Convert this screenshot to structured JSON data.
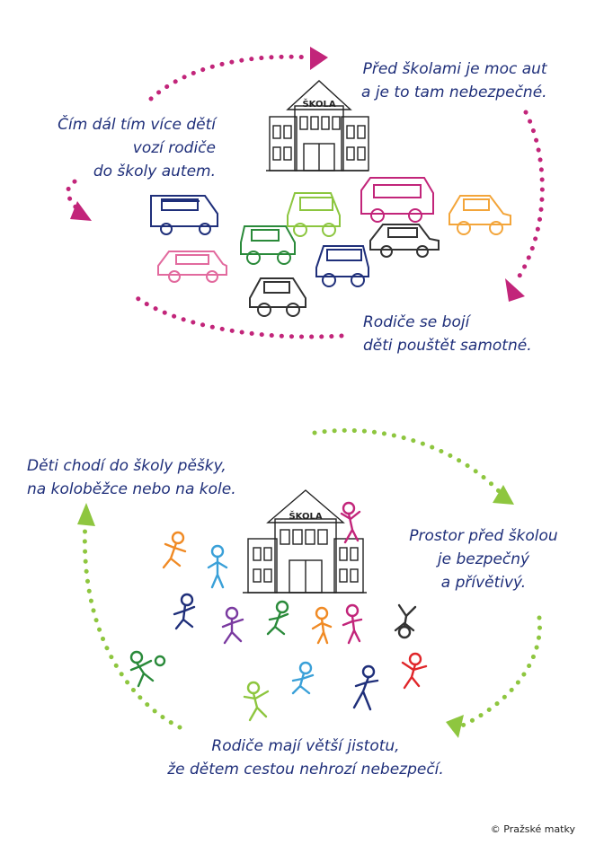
{
  "top_cycle": {
    "color": "#c2257a",
    "school_label": "ŠKOLA",
    "texts": {
      "traffic": [
        "Před školami je moc aut",
        "a je to tam nebezpečné."
      ],
      "more_driving": [
        "Čím dál tím více dětí",
        "vozí rodiče",
        "do školy autem."
      ],
      "fear": [
        "Rodiče se bojí",
        "děti pouštět samotné."
      ]
    }
  },
  "bottom_cycle": {
    "color": "#8ec63f",
    "school_label": "ŠKOLA",
    "texts": {
      "walking": [
        "Děti chodí do školy pěšky,",
        "na koloběžce nebo na kole."
      ],
      "safe_space": [
        "Prostor před školou",
        "je bezpečný",
        "a přívětivý."
      ],
      "confidence": [
        "Rodiče mají větší jistotu,",
        "že dětem cestou nehrozí nebezpečí."
      ]
    }
  },
  "credit": "© Pražské matky"
}
